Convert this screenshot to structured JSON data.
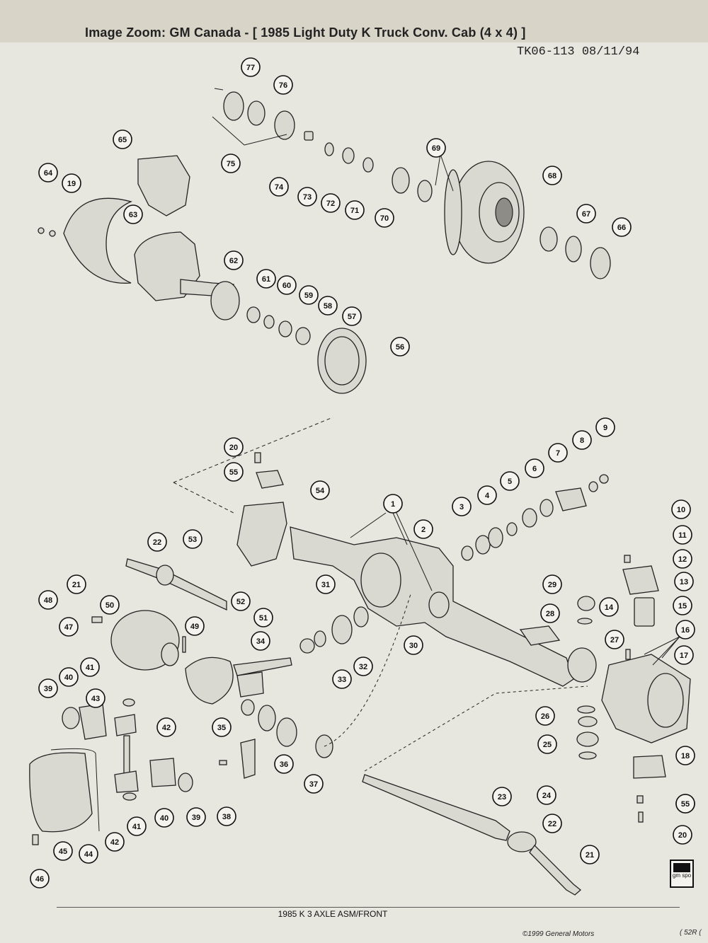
{
  "header": {
    "title": "Image Zoom: GM Canada - [ 1985 Light Duty   K Truck Conv. Cab (4 x 4) ]",
    "code": "TK06-113 08/11/94"
  },
  "diagram": {
    "callouts": [
      "1",
      "2",
      "3",
      "4",
      "5",
      "6",
      "7",
      "8",
      "9",
      "10",
      "11",
      "12",
      "13",
      "14",
      "15",
      "16",
      "17",
      "18",
      "19",
      "20",
      "20",
      "20",
      "21",
      "21",
      "22",
      "22",
      "23",
      "24",
      "25",
      "26",
      "27",
      "28",
      "29",
      "30",
      "31",
      "32",
      "33",
      "34",
      "35",
      "36",
      "37",
      "38",
      "39",
      "39",
      "40",
      "40",
      "41",
      "41",
      "42",
      "42",
      "43",
      "44",
      "45",
      "46",
      "47",
      "48",
      "49",
      "50",
      "51",
      "52",
      "53",
      "54",
      "55",
      "55",
      "56",
      "57",
      "58",
      "59",
      "60",
      "61",
      "62",
      "63",
      "64",
      "65",
      "66",
      "67",
      "68",
      "69",
      "70",
      "71",
      "72",
      "73",
      "74",
      "75",
      "76",
      "77"
    ]
  },
  "logo": {
    "text": "gm spo"
  },
  "footer": {
    "caption": "1985 K 3 AXLE ASM/FRONT",
    "copyright": "©1999  General Motors",
    "page_ref": "( 52R ("
  }
}
